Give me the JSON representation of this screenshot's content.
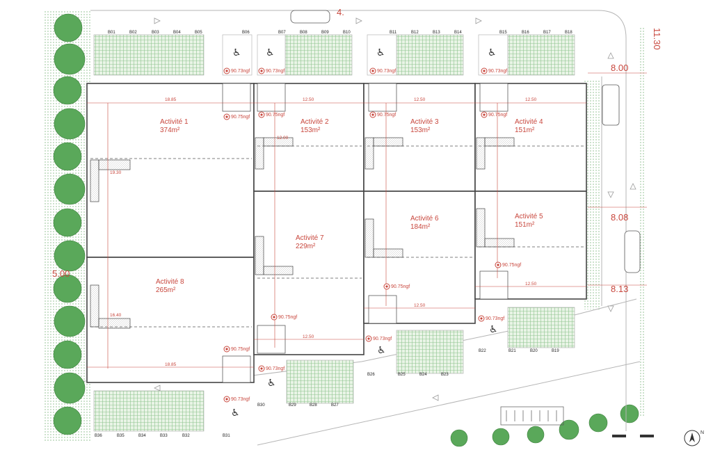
{
  "units": [
    {
      "name": "Activité 1",
      "area": "374m²"
    },
    {
      "name": "Activité 2",
      "area": "153m²"
    },
    {
      "name": "Activité 3",
      "area": "153m²"
    },
    {
      "name": "Activité 4",
      "area": "151m²"
    },
    {
      "name": "Activité 5",
      "area": "151m²"
    },
    {
      "name": "Activité 6",
      "area": "184m²"
    },
    {
      "name": "Activité 7",
      "area": "229m²"
    },
    {
      "name": "Activité 8",
      "area": "265m²"
    }
  ],
  "parking": {
    "top_row": [
      "B01",
      "B02",
      "B03",
      "B04",
      "B05",
      "B06",
      "B07",
      "B08",
      "B09",
      "B10",
      "B11",
      "B12",
      "B13",
      "B14",
      "B15",
      "B16",
      "B17",
      "B18"
    ],
    "bottom_left": [
      "B36",
      "B35",
      "B34",
      "B33",
      "B32"
    ],
    "bottom_mid": [
      "B31",
      "B30",
      "B29",
      "B28",
      "B27"
    ],
    "bottom_center": [
      "B26",
      "B25",
      "B24",
      "B23"
    ],
    "bottom_right": [
      "B22",
      "B21",
      "B20",
      "B19"
    ]
  },
  "dimensions": {
    "d1885": "18.85",
    "d1250": "12.50",
    "d1930": "19.30",
    "d1640": "16.40",
    "d1200": "12.00"
  },
  "level_label": "90.75ngf",
  "level_label_alt": "90.73ngf",
  "road_widths": {
    "top": "8.00",
    "mid": "8.08",
    "low": "8.13",
    "left": "5.00",
    "right_edge": "11.30",
    "top_edge": "4."
  },
  "north_label": "N",
  "colors": {
    "accent": "#c8463c",
    "building_line": "#444444",
    "parking": "#8fc58f",
    "tree": "#5aa85a"
  }
}
